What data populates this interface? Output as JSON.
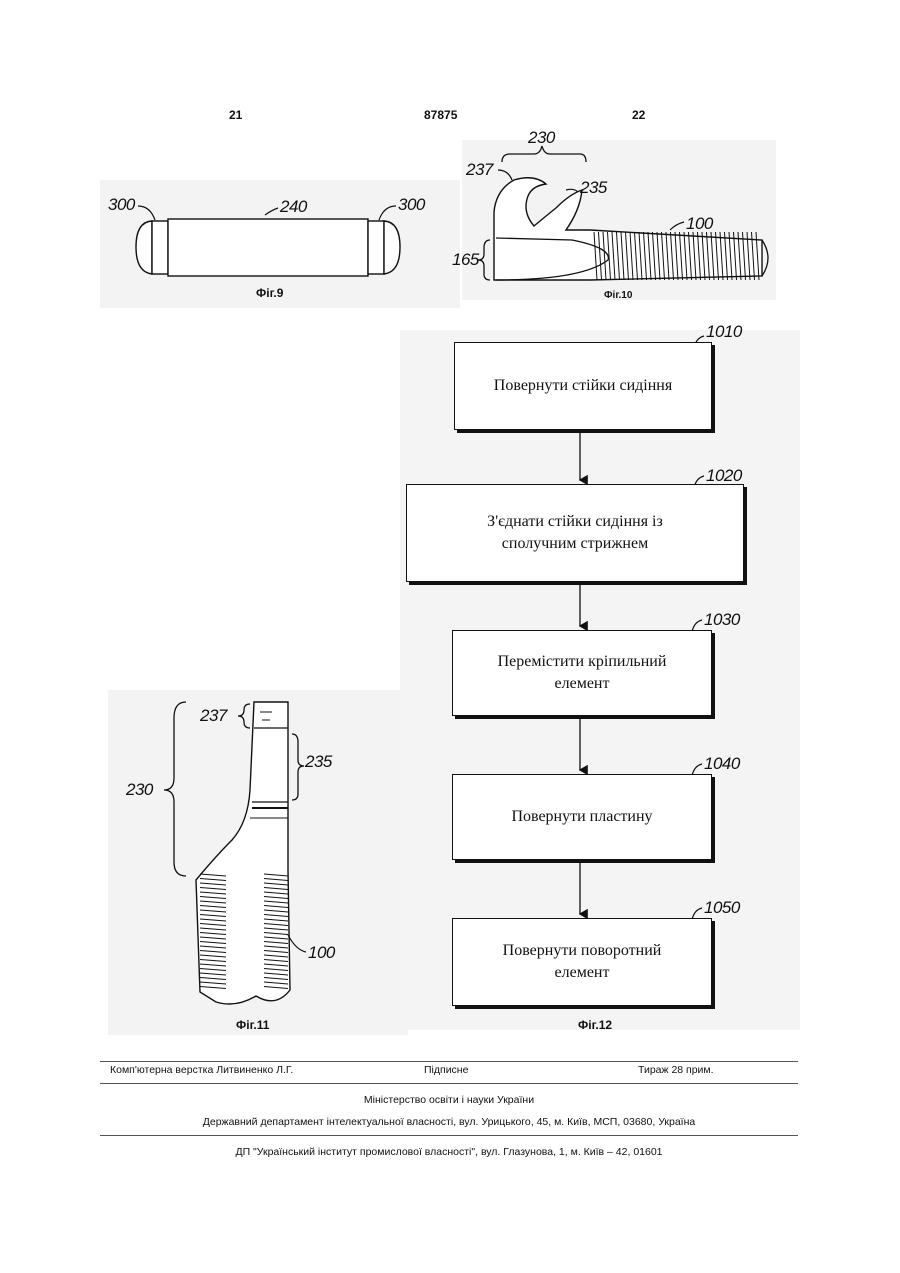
{
  "header": {
    "page_left": "21",
    "patent_number": "87875",
    "page_right": "22"
  },
  "figures": {
    "fig9": {
      "caption": "Фіг.9",
      "labels": {
        "left_cap": "300",
        "body": "240",
        "right_cap": "300"
      }
    },
    "fig10": {
      "caption": "Фіг.10",
      "labels": {
        "group": "230",
        "top": "237",
        "hook": "235",
        "shaft": "100",
        "base": "165"
      }
    },
    "fig11": {
      "caption": "Фіг.11",
      "labels": {
        "top": "237",
        "middle": "235",
        "group": "230",
        "shaft": "100"
      }
    },
    "fig12": {
      "caption": "Фіг.12",
      "steps": [
        {
          "ref": "1010",
          "text": "Повернути стійки сидіння"
        },
        {
          "ref": "1020",
          "line1": "З'єднати стійки сидіння із",
          "line2": "сполучним стрижнем"
        },
        {
          "ref": "1030",
          "line1": "Перемістити кріпильний",
          "line2": "елемент"
        },
        {
          "ref": "1040",
          "text": "Повернути пластину"
        },
        {
          "ref": "1050",
          "line1": "Повернути поворотний",
          "line2": "елемент"
        }
      ]
    }
  },
  "footer": {
    "typesetting": "Комп'ютерна верстка Литвиненко Л.Г.",
    "signed": "Підписне",
    "circulation": "Тираж 28 прим.",
    "ministry": "Міністерство освіти і науки України",
    "department": "Державний департамент інтелектуальної власності, вул. Урицького, 45, м. Київ, МСП, 03680, Україна",
    "institute": "ДП \"Український інститут промислової власності\", вул. Глазунова, 1, м. Київ – 42, 01601"
  }
}
